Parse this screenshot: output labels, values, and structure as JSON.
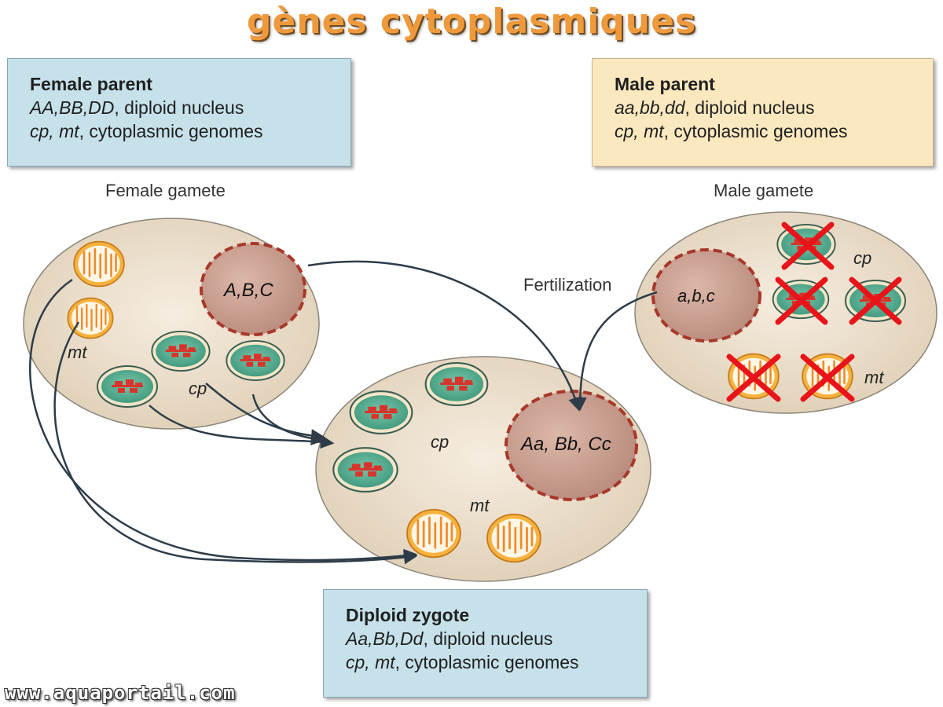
{
  "title": "gènes cytoplasmiques",
  "female_parent": {
    "heading": "Female parent",
    "line1": {
      "genotype": "AA,BB,DD",
      "desc": ", diploid nucleus"
    },
    "line2": {
      "genomes": "cp, mt",
      "desc": ", cytoplasmic genomes"
    }
  },
  "male_parent": {
    "heading": "Male parent",
    "line1": {
      "genotype": "aa,bb,dd",
      "desc": ", diploid nucleus"
    },
    "line2": {
      "genomes": "cp, mt",
      "desc": ", cytoplasmic genomes"
    }
  },
  "zygote": {
    "heading": "Diploid zygote",
    "line1": {
      "genotype": "Aa,Bb,Dd",
      "desc": ", diploid nucleus"
    },
    "line2": {
      "genomes": "cp, mt",
      "desc": ", cytoplasmic genomes"
    }
  },
  "labels": {
    "female_gamete": "Female gamete",
    "male_gamete": "Male gamete",
    "fertilization": "Fertilization",
    "female_nucleus": "A,B,C",
    "male_nucleus": "a,b,c",
    "zygote_nucleus": "Aa, Bb, Cc",
    "female_mt": "mt",
    "female_cp": "cp",
    "male_cp": "cp",
    "male_mt": "mt",
    "zygote_cp": "cp",
    "zygote_mt": "mt"
  },
  "colors": {
    "cell": "#eadcc6",
    "nucleus": "#c49a8a",
    "nucleus_border": "#a8382a",
    "chloroplast": "#4faa8f",
    "chloroplast_border": "#2f5a4a",
    "mitochondrion": "#f7b23e",
    "cross": "#e8141a",
    "title": "#ee9a3c"
  },
  "watermark": "www.aquaportail.com"
}
